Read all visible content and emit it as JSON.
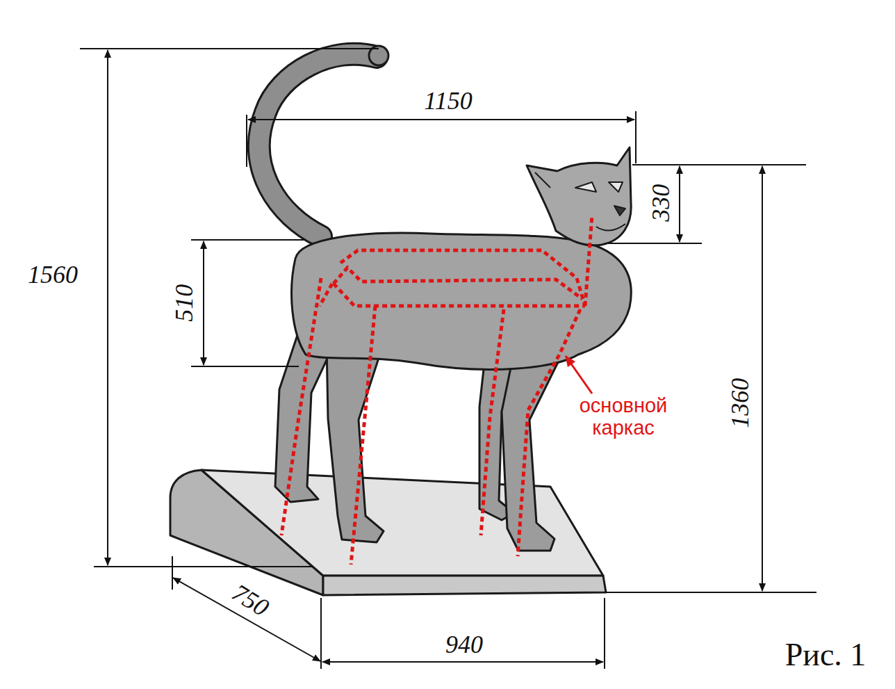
{
  "diagram": {
    "caption": "Рис. 1",
    "labels": [
      "1150",
      "330",
      "1560",
      "510",
      "основной каркас",
      "1360",
      "750",
      "940"
    ]
  }
}
